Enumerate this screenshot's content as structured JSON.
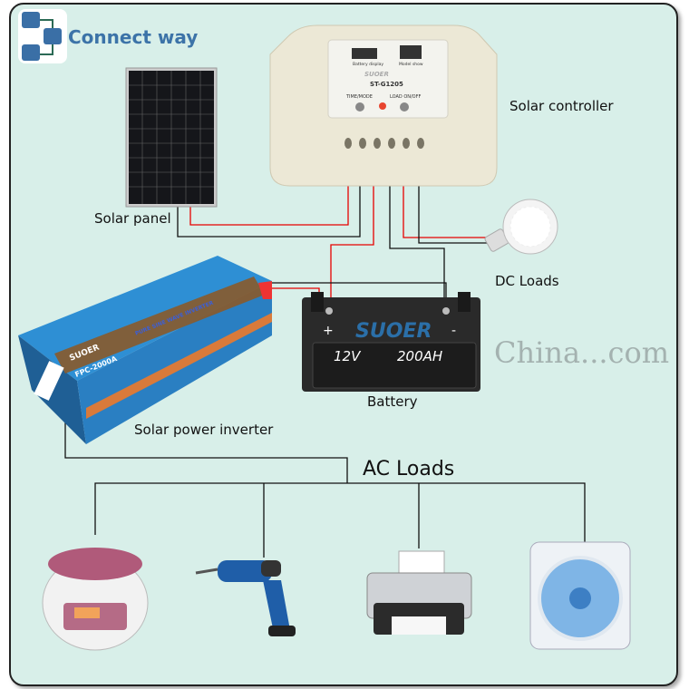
{
  "header": {
    "title": "Connect way"
  },
  "labels": {
    "solar_panel": "Solar panel",
    "solar_controller": "Solar controller",
    "dc_loads": "DC Loads",
    "battery": "Battery",
    "inverter": "Solar power inverter",
    "ac_loads": "AC Loads"
  },
  "controller": {
    "model": "ST-G1205",
    "brand": "SUOER",
    "battery_display": "Battery display",
    "model_show": "Model show",
    "time_mode": "TIME/MODE",
    "load_onoff": "LOAD ON/OFF"
  },
  "battery": {
    "voltage": "12V",
    "capacity": "200AH",
    "plus": "+",
    "minus": "-",
    "brand": "SUOER"
  },
  "inverter": {
    "brand": "SUOER",
    "model": "FPC-2000A",
    "banner": "PURE SINE WAVE INVERTER"
  },
  "watermark": "China...com",
  "colors": {
    "background": "#d8efe9",
    "title": "#3c73a8",
    "positive_wire": "#e60000",
    "negative_wire": "#111111"
  }
}
